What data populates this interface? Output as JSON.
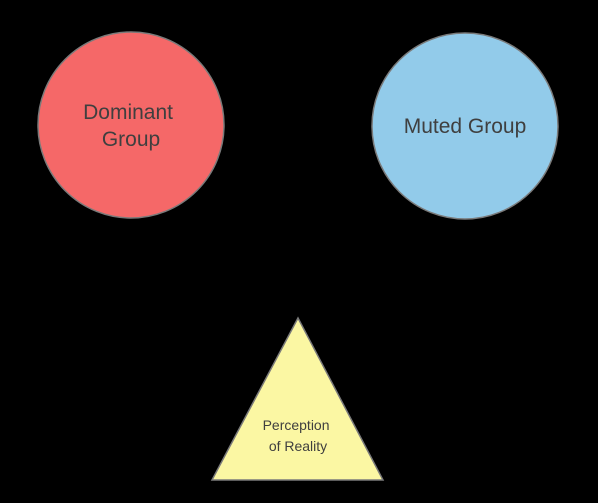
{
  "diagram": {
    "nodes": [
      {
        "id": "dominant-group",
        "shape": "circle",
        "label_lines": [
          "Dominant",
          "Group"
        ],
        "fill": "#f56868",
        "stroke": "#7a7a7a"
      },
      {
        "id": "muted-group",
        "shape": "circle",
        "label_lines": [
          "Muted Group"
        ],
        "fill": "#92cbea",
        "stroke": "#7a7a7a"
      },
      {
        "id": "perception-of-reality",
        "shape": "triangle",
        "label_lines": [
          "Perception",
          "of Reality"
        ],
        "fill": "#fbf7a3",
        "stroke": "#7a7a7a"
      }
    ],
    "background": "#000000"
  }
}
